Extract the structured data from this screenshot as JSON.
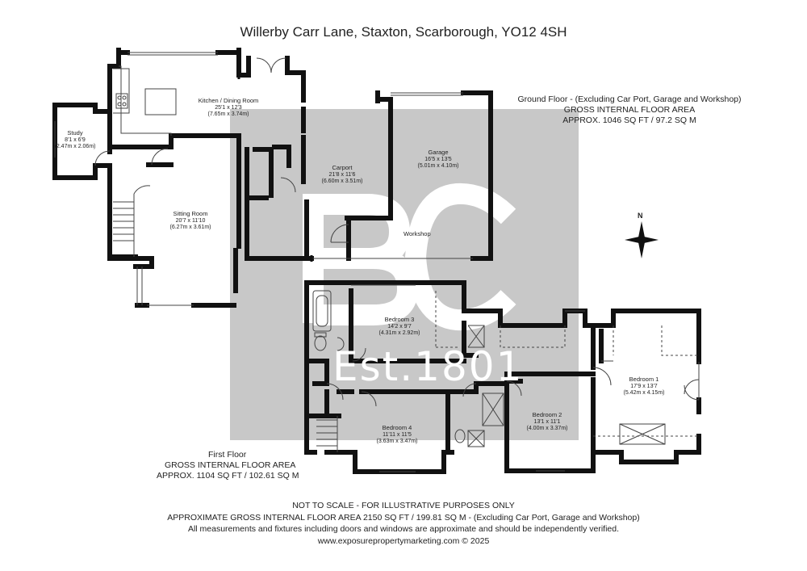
{
  "title": "Willerby Carr Lane, Staxton, Scarborough, YO12 4SH",
  "ground_floor": {
    "line1": "Ground Floor - (Excluding Car Port, Garage and Workshop)",
    "line2": "GROSS INTERNAL FLOOR AREA",
    "line3": "APPROX. 1046 SQ FT / 97.2 SQ M"
  },
  "first_floor": {
    "line1": "First Floor",
    "line2": "GROSS INTERNAL FLOOR AREA",
    "line3": "APPROX. 1104 SQ FT / 102.61 SQ M"
  },
  "rooms": {
    "kitchen": {
      "name": "Kitchen / Dining Room",
      "imperial": "25'1 x 12'3",
      "metric": "(7.65m x 3.74m)"
    },
    "study": {
      "name": "Study",
      "imperial": "8'1 x 6'9",
      "metric": "(2.47m x 2.06m)"
    },
    "sitting": {
      "name": "Sitting Room",
      "imperial": "20'7 x 11'10",
      "metric": "(6.27m x 3.61m)"
    },
    "carport": {
      "name": "Carport",
      "imperial": "21'8 x 11'6",
      "metric": "(6.60m x 3.51m)"
    },
    "garage": {
      "name": "Garage",
      "imperial": "16'5 x 13'5",
      "metric": "(5.01m x 4.10m)"
    },
    "workshop": {
      "name": "Workshop"
    },
    "bedroom3": {
      "name": "Bedroom 3",
      "imperial": "14'2 x 9'7",
      "metric": "(4.31m x 2.92m)"
    },
    "bedroom1": {
      "name": "Bedroom 1",
      "imperial": "17'9 x 13'7",
      "metric": "(5.42m x 4.15m)"
    },
    "bedroom2": {
      "name": "Bedroom 2",
      "imperial": "13'1 x 11'1",
      "metric": "(4.00m x 3.37m)"
    },
    "bedroom4": {
      "name": "Bedroom 4",
      "imperial": "11'11 x 11'5",
      "metric": "(3.63m x 3.47m)"
    }
  },
  "watermark": {
    "logo": "BC",
    "est": "Est.1801",
    "color": "#c8c8c8"
  },
  "north_label": "N",
  "notes": [
    "NOT TO SCALE - FOR ILLUSTRATIVE PURPOSES ONLY",
    "APPROXIMATE GROSS INTERNAL FLOOR AREA 2150 SQ FT / 199.81 SQ M - (Excluding Car Port, Garage and Workshop)",
    "All measurements and fixtures including doors and windows are approximate and should be independently verified.",
    "www.exposurepropertymarketing.com © 2025"
  ],
  "colors": {
    "wall": "#111111",
    "line": "#444444"
  }
}
